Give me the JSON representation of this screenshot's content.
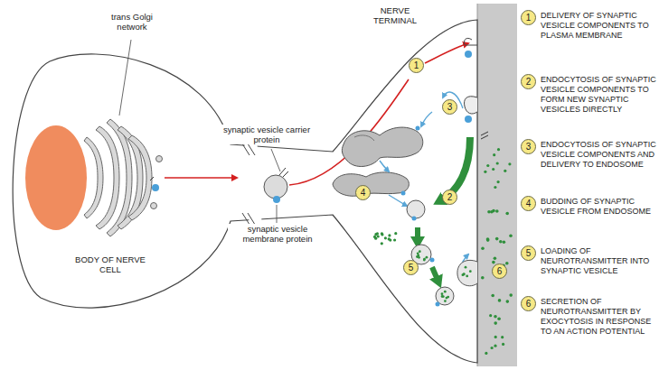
{
  "diagram": {
    "nodes": [
      {
        "text": [
          "1"
        ]
      },
      {
        "text": [
          "2"
        ]
      },
      {
        "text": [
          "3"
        ]
      },
      {
        "text": [
          "4"
        ]
      },
      {
        "text": [
          "5"
        ]
      },
      {
        "text": [
          "6"
        ]
      },
      {
        "text": [
          "1",
          "DELIVERY OF SYNAPTIC VESICLE COMPONENTS TO PLASMA MEMBRANE"
        ]
      },
      {
        "text": [
          "2",
          "ENDOCYTOSIS OF SYNAPTIC VESICLE COMPONENTS TO FORM NEW SYNAPTIC VESICLES DIRECTLY"
        ]
      },
      {
        "text": [
          "3",
          "ENDOCYTOSIS OF SYNAPTIC VESICLE COMPONENTS AND DELIVERY TO ENDOSOME"
        ]
      },
      {
        "text": [
          "4",
          "BUDDING OF SYNAPTIC VESICLE FROM ENDOSOME"
        ]
      },
      {
        "text": [
          "5",
          "LOADING OF NEUROTRANSMITTER INTO SYNAPTIC VESICLE"
        ]
      },
      {
        "text": [
          "6",
          "SECRETION OF NEUROTRANSMITTER BY EXOCYTOSIS IN RESPONSE TO AN ACTION POTENTIAL"
        ]
      }
    ],
    "labels": [
      "NERVE TERMINAL",
      "trans Golgi network",
      "BODY OF NERVE CELL",
      "synaptic vesicle carrier protein",
      "synaptic vesicle membrane protein"
    ]
  }
}
